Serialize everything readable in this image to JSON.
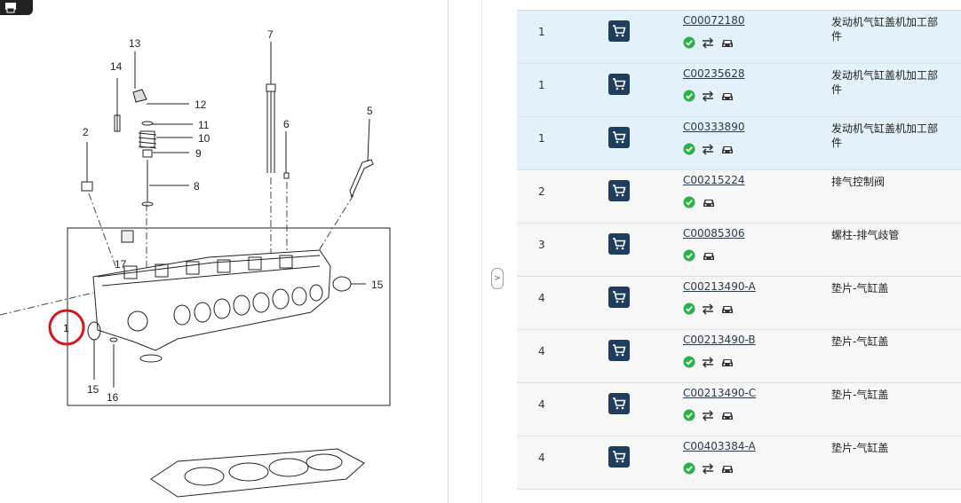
{
  "diagram": {
    "callouts": [
      "1",
      "2",
      "5",
      "6",
      "7",
      "8",
      "9",
      "10",
      "11",
      "12",
      "13",
      "14",
      "15",
      "15",
      "16",
      "17"
    ],
    "highlight_callout": "1"
  },
  "parts": [
    {
      "qty": "1",
      "part_no": "C00072180",
      "desc": "发动机气缸盖机加工部件",
      "swap": true,
      "highlight": true
    },
    {
      "qty": "1",
      "part_no": "C00235628",
      "desc": "发动机气缸盖机加工部件",
      "swap": true,
      "highlight": true
    },
    {
      "qty": "1",
      "part_no": "C00333890",
      "desc": "发动机气缸盖机加工部件",
      "swap": true,
      "highlight": true
    },
    {
      "qty": "2",
      "part_no": "C00215224",
      "desc": "排气控制阀",
      "swap": false,
      "highlight": false
    },
    {
      "qty": "3",
      "part_no": "C00085306",
      "desc": "螺柱-排气歧管",
      "swap": false,
      "highlight": false
    },
    {
      "qty": "4",
      "part_no": "C00213490-A",
      "desc": "垫片-气缸盖",
      "swap": true,
      "highlight": false
    },
    {
      "qty": "4",
      "part_no": "C00213490-B",
      "desc": "垫片-气缸盖",
      "swap": true,
      "highlight": false
    },
    {
      "qty": "4",
      "part_no": "C00213490-C",
      "desc": "垫片-气缸盖",
      "swap": true,
      "highlight": false
    },
    {
      "qty": "4",
      "part_no": "C00403384-A",
      "desc": "垫片-气缸盖",
      "swap": true,
      "highlight": false
    }
  ],
  "colors": {
    "cart_bg": "#1f3d5c",
    "check": "#2bb34a",
    "highlight_row": "#e3f1fb",
    "callout_ring": "#d0181e"
  },
  "icons": {
    "cart": "shopping-cart-icon",
    "status": "check-circle-icon",
    "swap": "swap-arrows-icon",
    "vehicle": "car-icon",
    "collapse": "chevron-right-icon"
  },
  "collapse_label": ">"
}
